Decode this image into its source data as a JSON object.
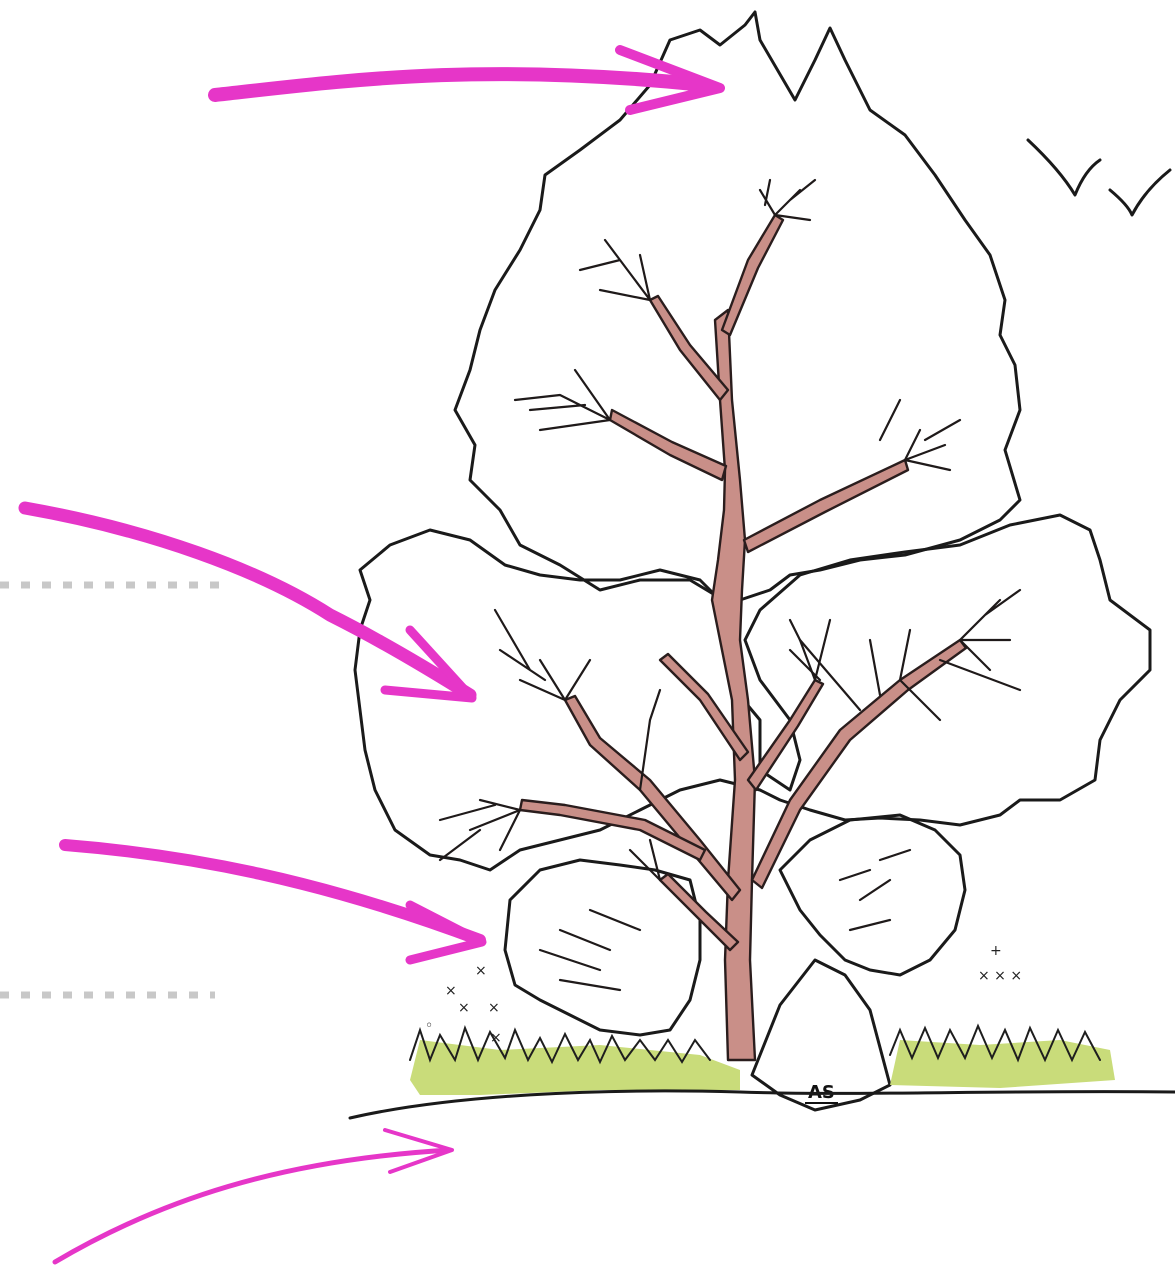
{
  "diagram": {
    "signature": "AS",
    "colors": {
      "arrow": "#e636c8",
      "foliage_fill": "#f4f8dc",
      "foliage_shade": "#e9f0c6",
      "trunk": "#c98f88",
      "trunk_dark": "#a9706a",
      "grass": "#b6cf5a",
      "outline": "#1a1a1a",
      "dashed_line": "#c8c8c8"
    },
    "arrows": [
      {
        "id": "canopy-arrow",
        "target": "tree canopy layer"
      },
      {
        "id": "understory-arrow",
        "target": "understory tree layer"
      },
      {
        "id": "shrub-arrow",
        "target": "shrub layer"
      },
      {
        "id": "ground-arrow",
        "target": "ground layer"
      }
    ],
    "dashed_lines": 2,
    "birds": 2
  }
}
